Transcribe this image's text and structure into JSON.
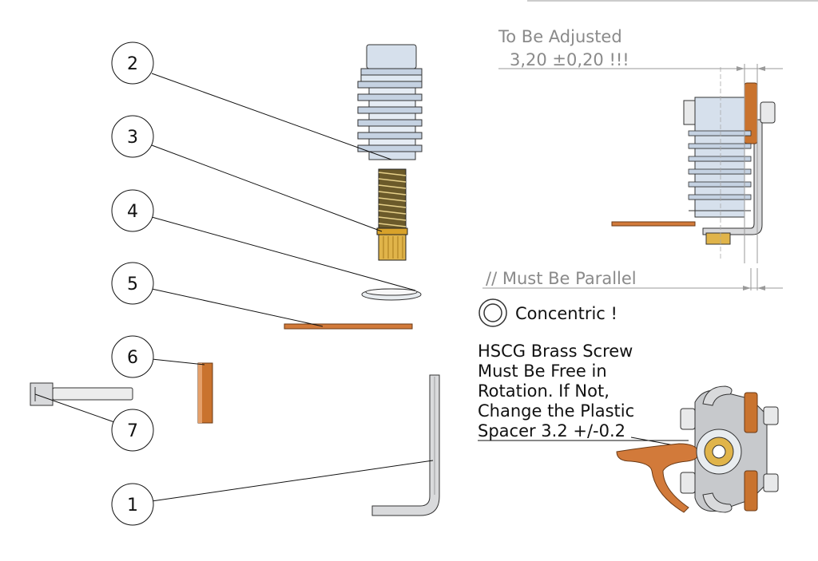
{
  "balloons": [
    {
      "label": "2"
    },
    {
      "label": "3"
    },
    {
      "label": "4"
    },
    {
      "label": "5"
    },
    {
      "label": "6"
    },
    {
      "label": "7"
    },
    {
      "label": "1"
    }
  ],
  "annotations": {
    "adjust_line1": "To Be Adjusted",
    "adjust_line2": "3,20 ±0,20  !!!",
    "parallel": "// Must Be Parallel",
    "concentric": "Concentric !",
    "screw_note": [
      "HSCG Brass Screw",
      "Must Be Free in",
      "Rotation. If Not,",
      "Change the Plastic",
      "Spacer 3.2 +/-0.2"
    ]
  },
  "colors": {
    "copper": "#d27a3a",
    "brass": "#d8a22a",
    "steel": "#c7c9cc",
    "heatsink": "#d6e0ec",
    "line": "#111111",
    "dim": "#8a8a8a"
  }
}
